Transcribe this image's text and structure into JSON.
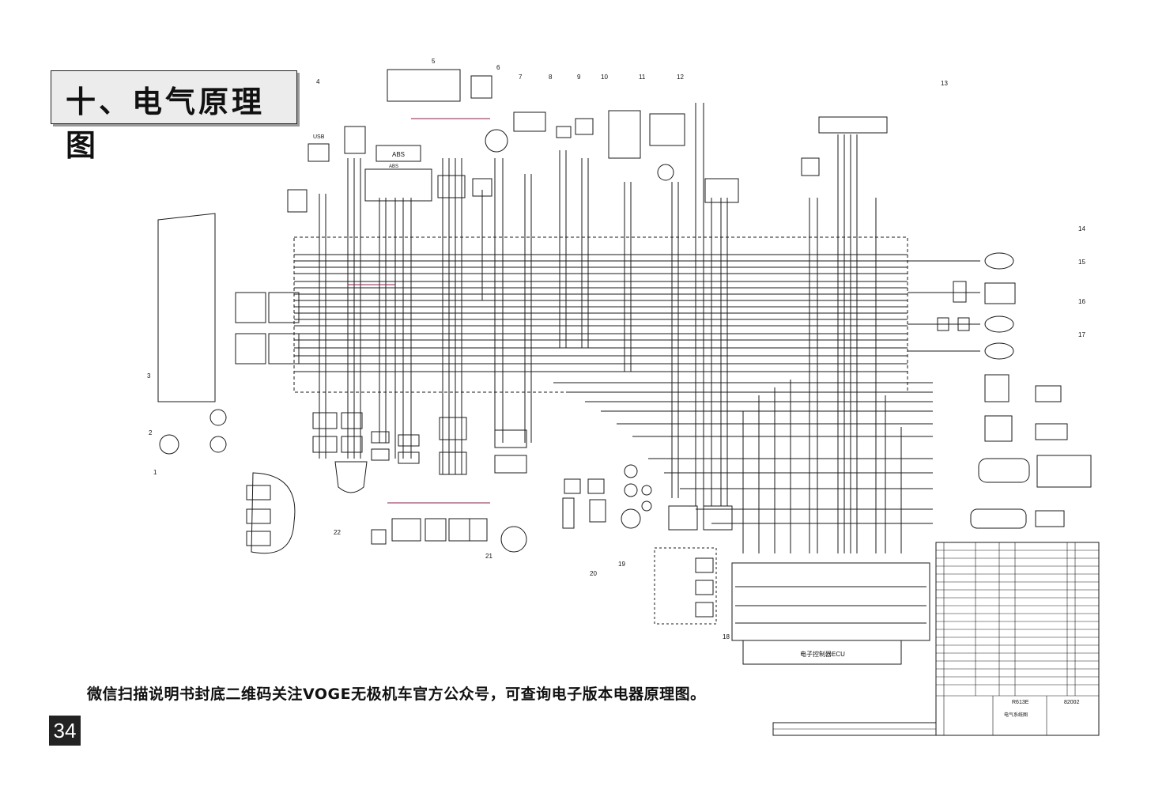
{
  "title": "十、电气原理图",
  "footer_note": "微信扫描说明书封底二维码关注VOGE无极机车官方公众号，可查询电子版本电器原理图。",
  "page_number": "34",
  "labels": {
    "abs_box": "ABS",
    "abs_connector": "ABS",
    "usb": "USB",
    "ecu": "电子控制器ECU",
    "model": "R613E",
    "code": "82002",
    "drawing_name": "电气系统图"
  },
  "callouts": [
    "1",
    "2",
    "3",
    "4",
    "5",
    "6",
    "7",
    "8",
    "9",
    "10",
    "11",
    "12",
    "13",
    "14",
    "15",
    "16",
    "17",
    "18",
    "19",
    "20",
    "21",
    "22"
  ],
  "colors": {
    "ink": "#1a1a1a",
    "accent": "#8a1f4a",
    "paper": "#ffffff"
  }
}
